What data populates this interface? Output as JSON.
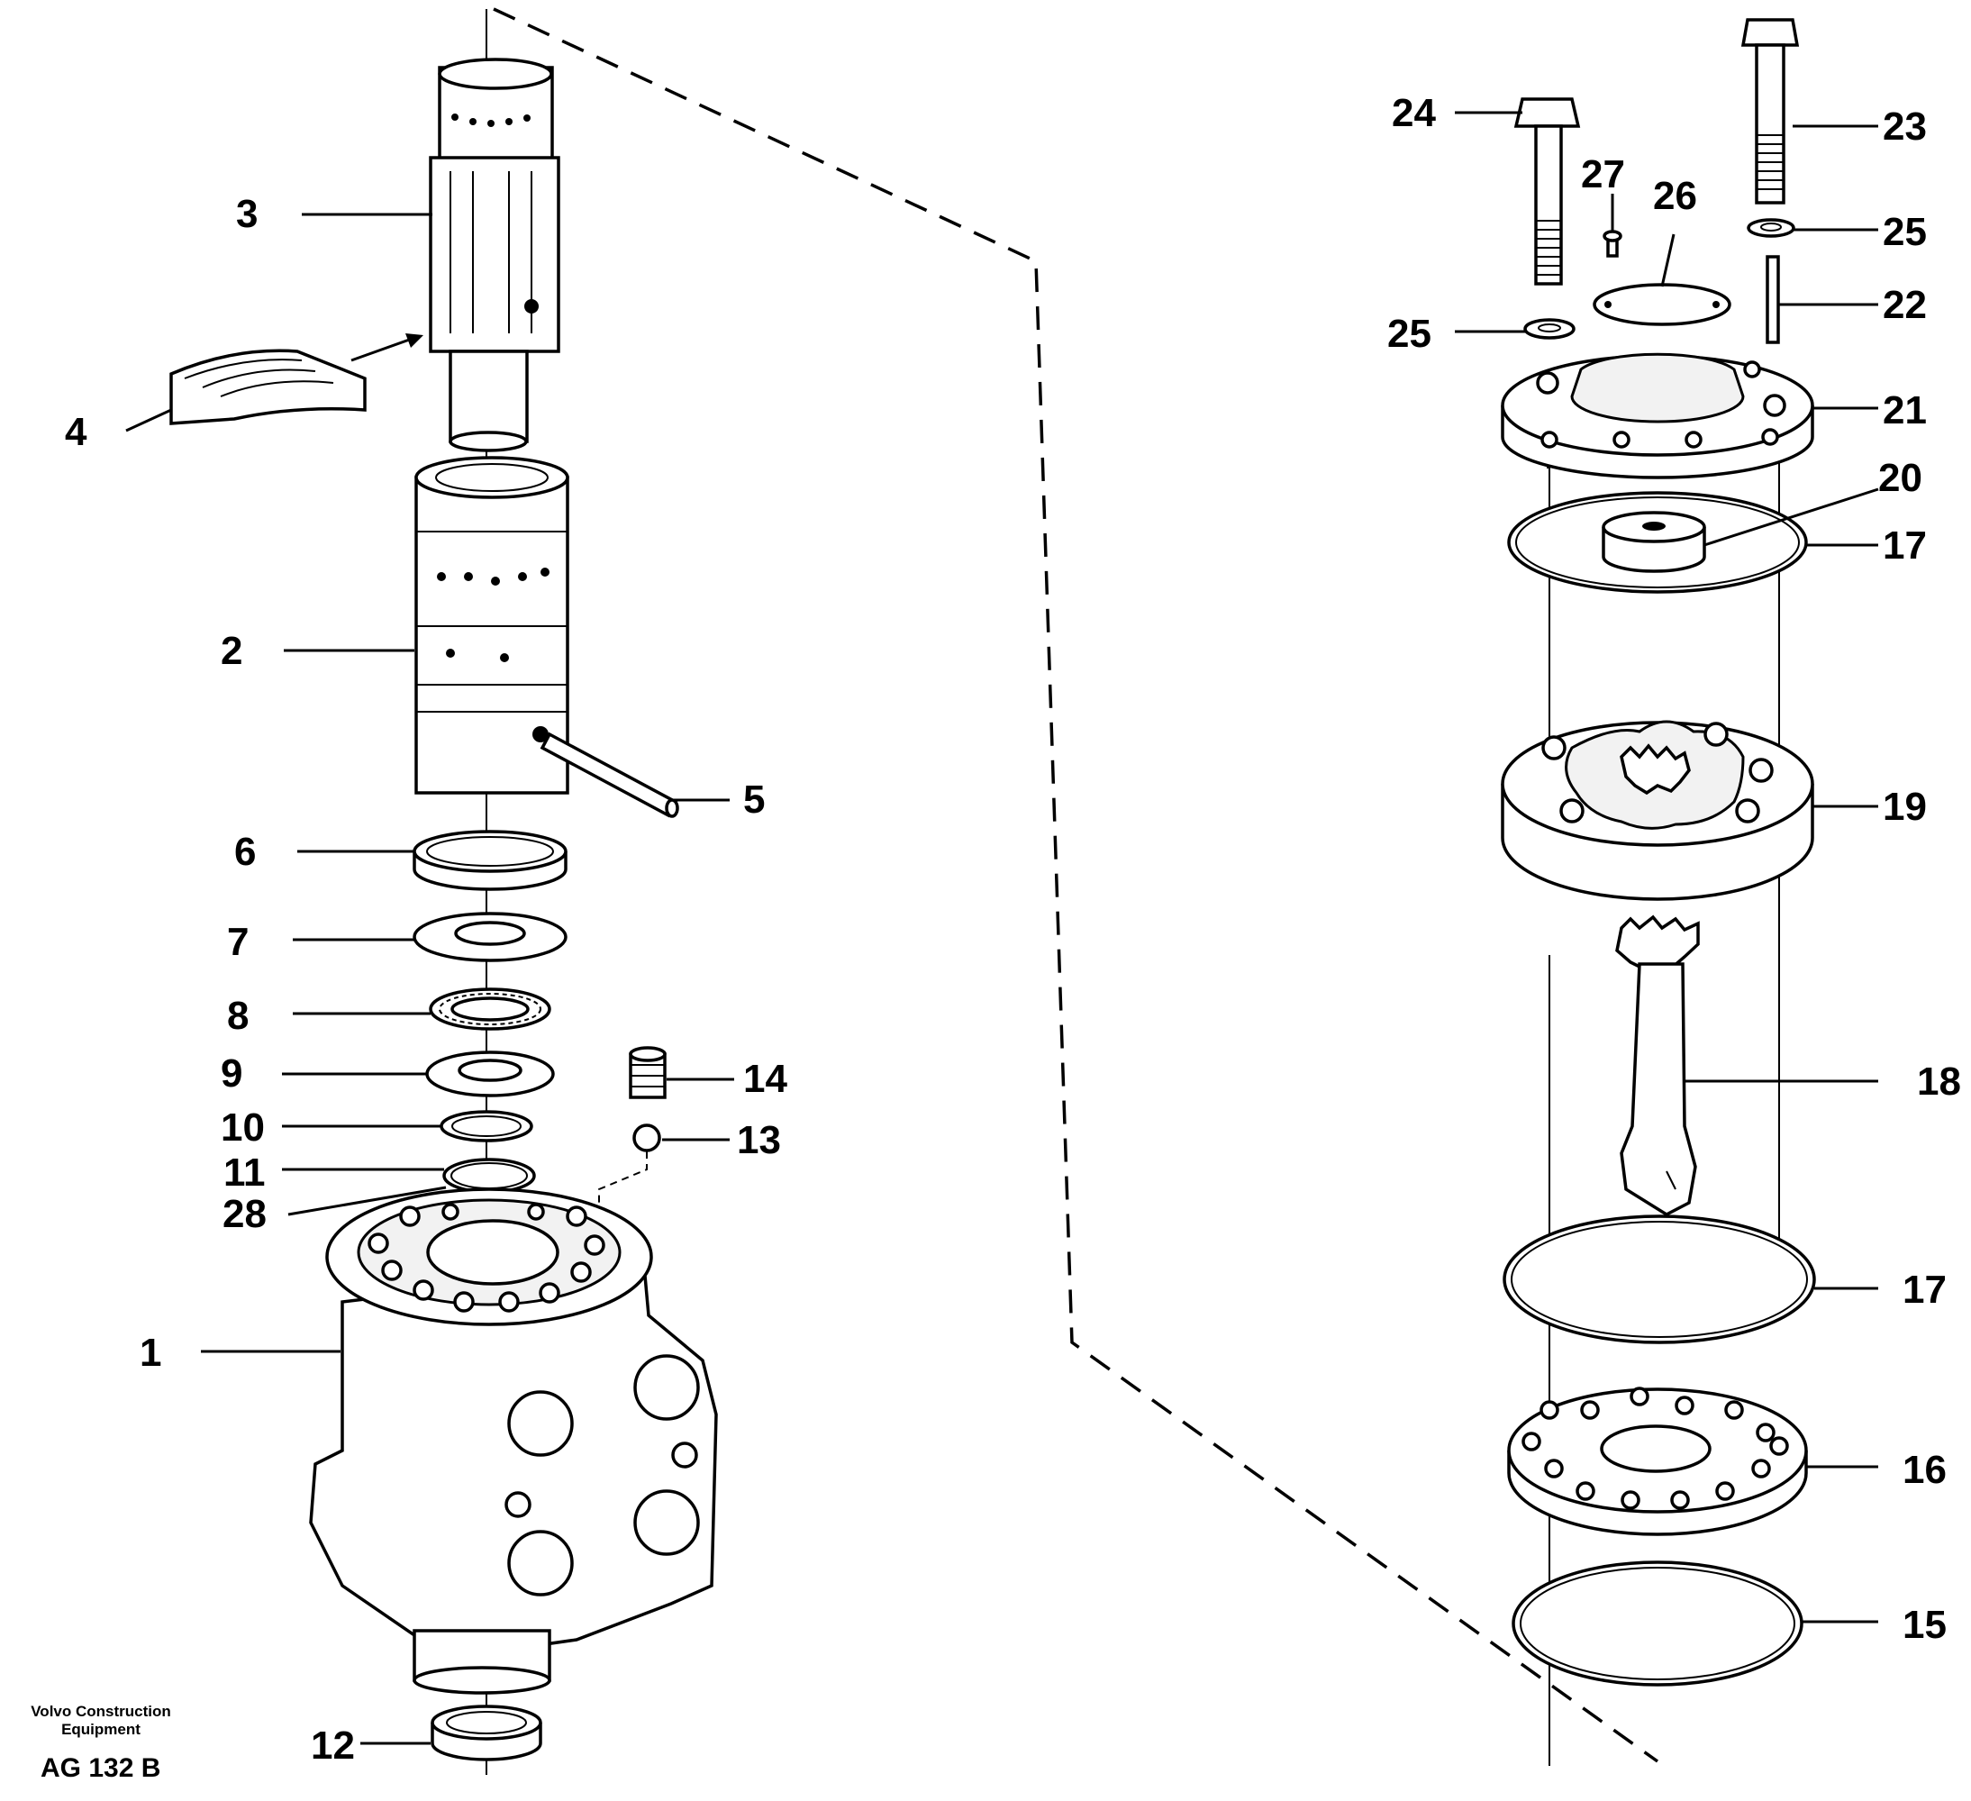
{
  "diagram": {
    "callouts": [
      {
        "id": "1",
        "label": "1"
      },
      {
        "id": "2",
        "label": "2"
      },
      {
        "id": "3",
        "label": "3"
      },
      {
        "id": "4",
        "label": "4"
      },
      {
        "id": "5",
        "label": "5"
      },
      {
        "id": "6",
        "label": "6"
      },
      {
        "id": "7",
        "label": "7"
      },
      {
        "id": "8",
        "label": "8"
      },
      {
        "id": "9",
        "label": "9"
      },
      {
        "id": "10",
        "label": "10"
      },
      {
        "id": "11",
        "label": "11"
      },
      {
        "id": "12",
        "label": "12"
      },
      {
        "id": "13",
        "label": "13"
      },
      {
        "id": "14",
        "label": "14"
      },
      {
        "id": "15",
        "label": "15"
      },
      {
        "id": "16",
        "label": "16"
      },
      {
        "id": "17a",
        "label": "17"
      },
      {
        "id": "17b",
        "label": "17"
      },
      {
        "id": "18",
        "label": "18"
      },
      {
        "id": "19",
        "label": "19"
      },
      {
        "id": "20",
        "label": "20"
      },
      {
        "id": "21",
        "label": "21"
      },
      {
        "id": "22",
        "label": "22"
      },
      {
        "id": "23",
        "label": "23"
      },
      {
        "id": "24",
        "label": "24"
      },
      {
        "id": "25a",
        "label": "25"
      },
      {
        "id": "25b",
        "label": "25"
      },
      {
        "id": "26",
        "label": "26"
      },
      {
        "id": "27",
        "label": "27"
      },
      {
        "id": "28",
        "label": "28"
      }
    ],
    "caption": {
      "company_line1": "Volvo Construction",
      "company_line2": "Equipment",
      "code": "AG 132 B"
    }
  }
}
